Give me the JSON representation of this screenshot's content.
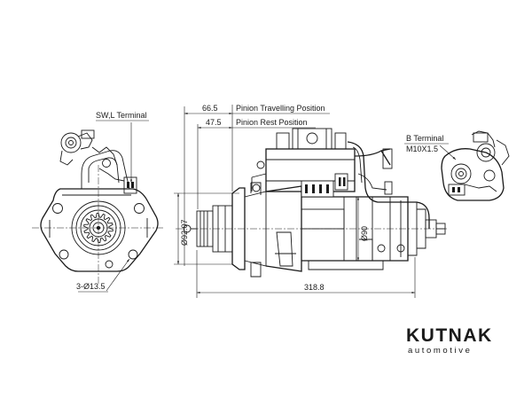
{
  "labels": {
    "sw_l_terminal": "SW,L Terminal",
    "b_terminal": "B Terminal",
    "b_thread": "M10X1.5",
    "holes": "3-Ø13.5",
    "pinion_travelling": "Pinion Travelling Position",
    "pinion_rest": "Pinion Rest Position"
  },
  "dimensions": {
    "travel": "66.5",
    "rest": "47.5",
    "flange_dia": "Ø92.07",
    "body_dia": "Ø90",
    "overall_length": "318.8"
  },
  "brand": {
    "name": "KUTNAK",
    "tagline": "automotive"
  }
}
